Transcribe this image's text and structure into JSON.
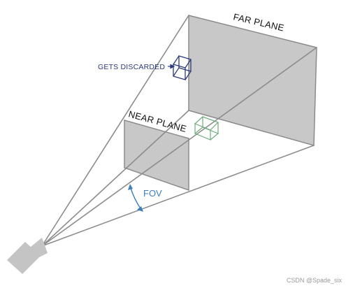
{
  "labels": {
    "far_plane": "FAR PLANE",
    "near_plane": "NEAR PLANE",
    "gets_discarded": "GETS DISCARDED",
    "fov": "FOV"
  },
  "watermark": "CSDN @Spade_six",
  "colors": {
    "plane_fill": "#c8c8c8",
    "frustum_line": "#8c8c8c",
    "discarded_cube": "#2b3a7a",
    "inside_cube": "#6faa7a",
    "fov_accent": "#3d7fbd",
    "camera": "#c4c4c4"
  },
  "icons": {
    "camera": "camera-icon",
    "discarded_cube": "wireframe-cube-icon",
    "inside_cube": "wireframe-cube-icon"
  }
}
